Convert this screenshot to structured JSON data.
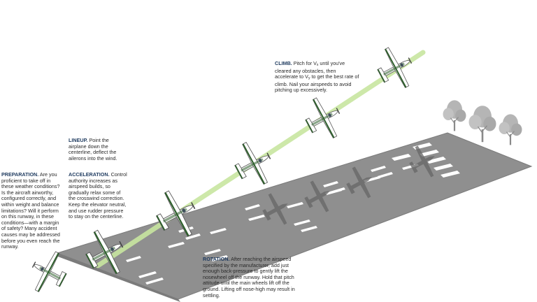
{
  "notes": {
    "preparation": {
      "heading": "PREPARATION.",
      "body": "Are you proficient to take off in these weather conditions? Is the aircraft airworthy, configured correctly, and within weight and balance limitations? Will it perform on this runway, in these conditions—with a margin of safety? Many accident causes may be addressed before you even reach the runway."
    },
    "lineup": {
      "heading": "LINEUP.",
      "body": "Point the airplane down the centerline, deflect the ailerons into the wind."
    },
    "acceleration": {
      "heading": "ACCELERATION.",
      "body": "Control authority increases as airspeed builds, so gradually relax some of the crosswind correction. Keep the elevator neutral, and use rudder pressure to stay on the centerline."
    },
    "rotation": {
      "heading": "ROTATION.",
      "body": "After reaching the airspeed specified by the manufacturer, add just enough back-pressure to gently lift the nosewheel off the runway. Hold that pitch attitude until the main wheels lift off the ground. Lifting off nose-high may result in settling."
    },
    "climb": {
      "heading": "CLIMB.",
      "part1": "Pitch for V",
      "sub1": "x",
      "part2": " until you've cleared any obstacles, then accelerate to V",
      "sub2": "y",
      "part3": " to get the best rate of climb. Nail your airspeeds to avoid pitching up excessively."
    }
  },
  "colors": {
    "runway": "#8f8f8f",
    "runway_edge": "#7b7b7b",
    "markings": "#ffffff",
    "flight_path": "#c8e6a0",
    "aircraft_body": "#ffffff",
    "aircraft_stripe": "#2e5f2c",
    "aircraft_outline": "#555555",
    "shadow": "#666666",
    "trees": "#b5b5b5",
    "heading_text": "#1e3a5f"
  },
  "icons": [
    "cessna-aircraft-icon",
    "aircraft-shadow-icon",
    "tree-icon"
  ]
}
